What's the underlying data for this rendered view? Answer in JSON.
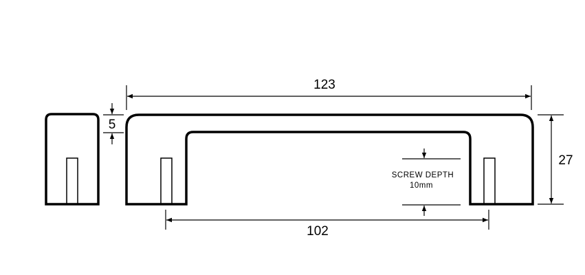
{
  "dimensions": {
    "overall_length": "123",
    "hole_centres": "102",
    "height": "27",
    "thickness": "5"
  },
  "annotation": {
    "label": "SCREW DEPTH",
    "value": "10mm"
  },
  "colors": {
    "line": "#000000",
    "background": "#ffffff"
  }
}
